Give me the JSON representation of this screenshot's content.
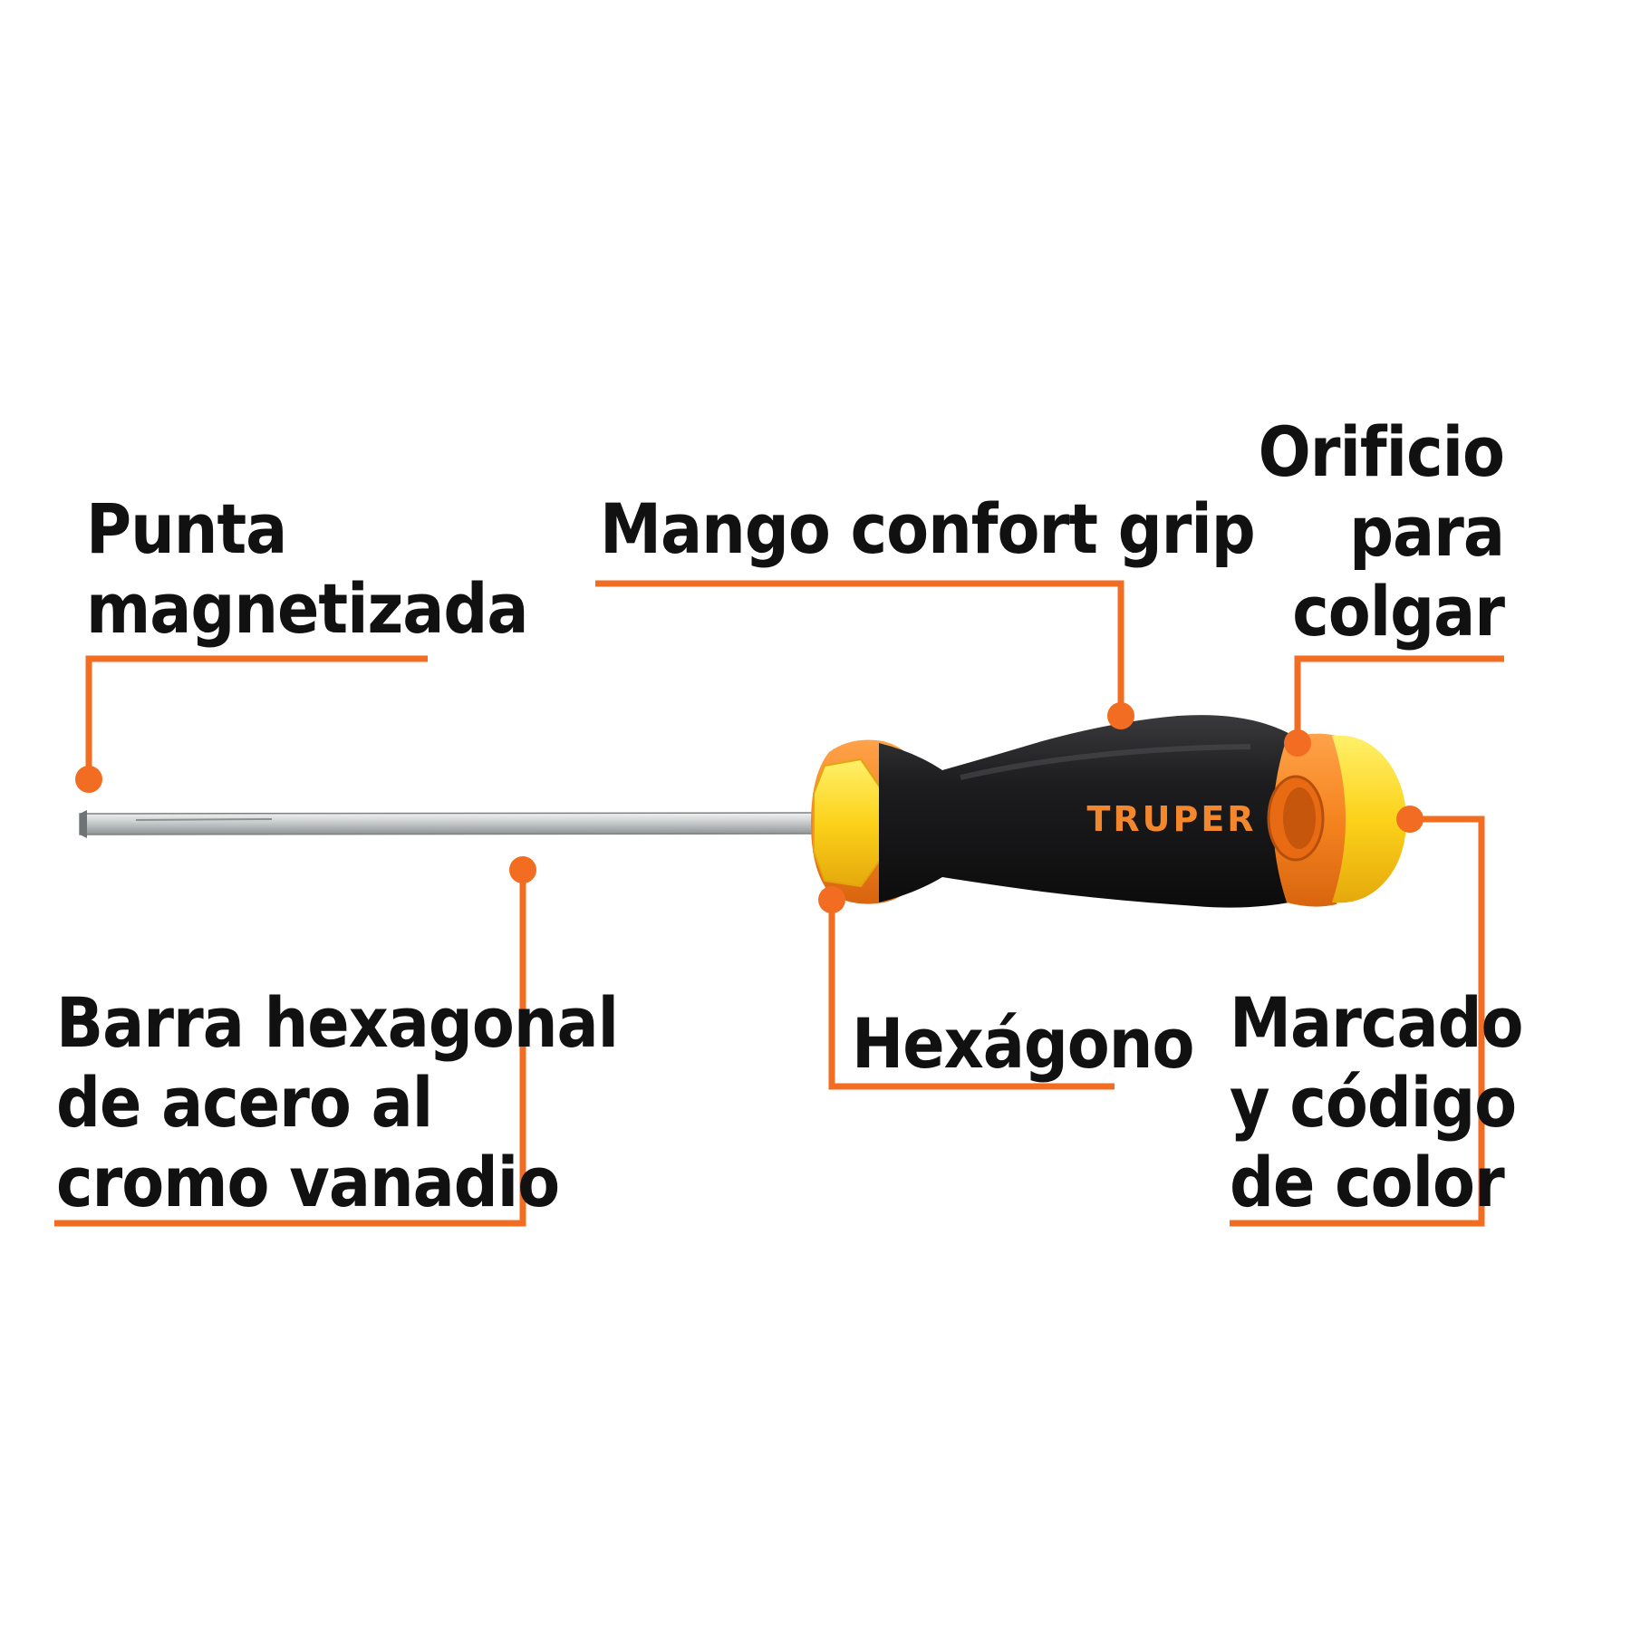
{
  "colors": {
    "accent": "#f26d21",
    "handle_black": "#1d1d1f",
    "handle_orange": "#f5841f",
    "cap_yellow": "#fcd21a",
    "shaft_steel": "#c9cccd",
    "label_text": "#111111",
    "brand_text": "#f2872c"
  },
  "product": {
    "brand": "TRUPER"
  },
  "callouts": {
    "tip": {
      "lines": [
        "Punta",
        "magnetizada"
      ]
    },
    "grip": {
      "lines": [
        "Mango confort grip"
      ]
    },
    "hang_hole": {
      "lines": [
        "Orificio",
        "para",
        "colgar"
      ]
    },
    "bar": {
      "lines": [
        "Barra hexagonal",
        "de acero al",
        "cromo vanadio"
      ]
    },
    "hexagon": {
      "lines": [
        "Hexágono"
      ]
    },
    "color_code": {
      "lines": [
        "Marcado",
        "y código",
        "de color"
      ]
    }
  }
}
